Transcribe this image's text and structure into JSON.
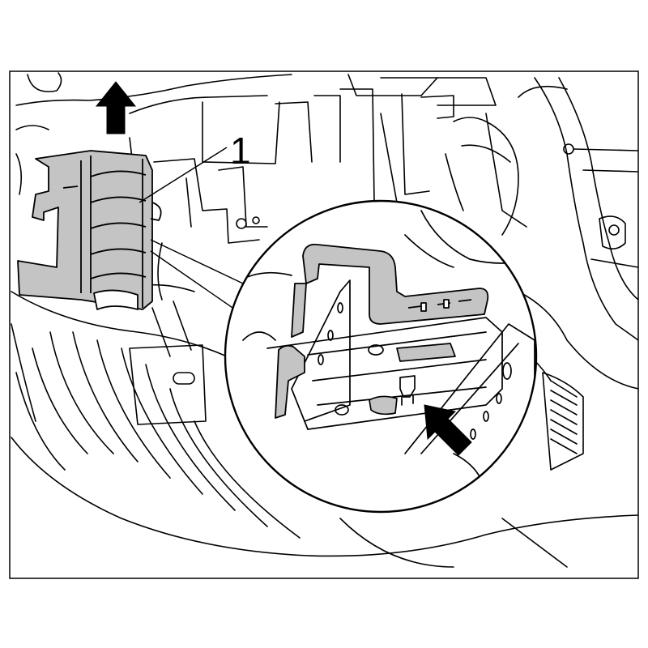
{
  "figure": {
    "callouts": [
      {
        "label": "1",
        "target": "clip-part"
      }
    ],
    "indicators": [
      {
        "name": "removal-direction-arrow",
        "direction": "up"
      },
      {
        "name": "detail-pointer-arrow",
        "direction": "up-left"
      }
    ],
    "colors": {
      "line": "#000000",
      "background": "#ffffff",
      "highlight": "#c4c4c4"
    }
  }
}
